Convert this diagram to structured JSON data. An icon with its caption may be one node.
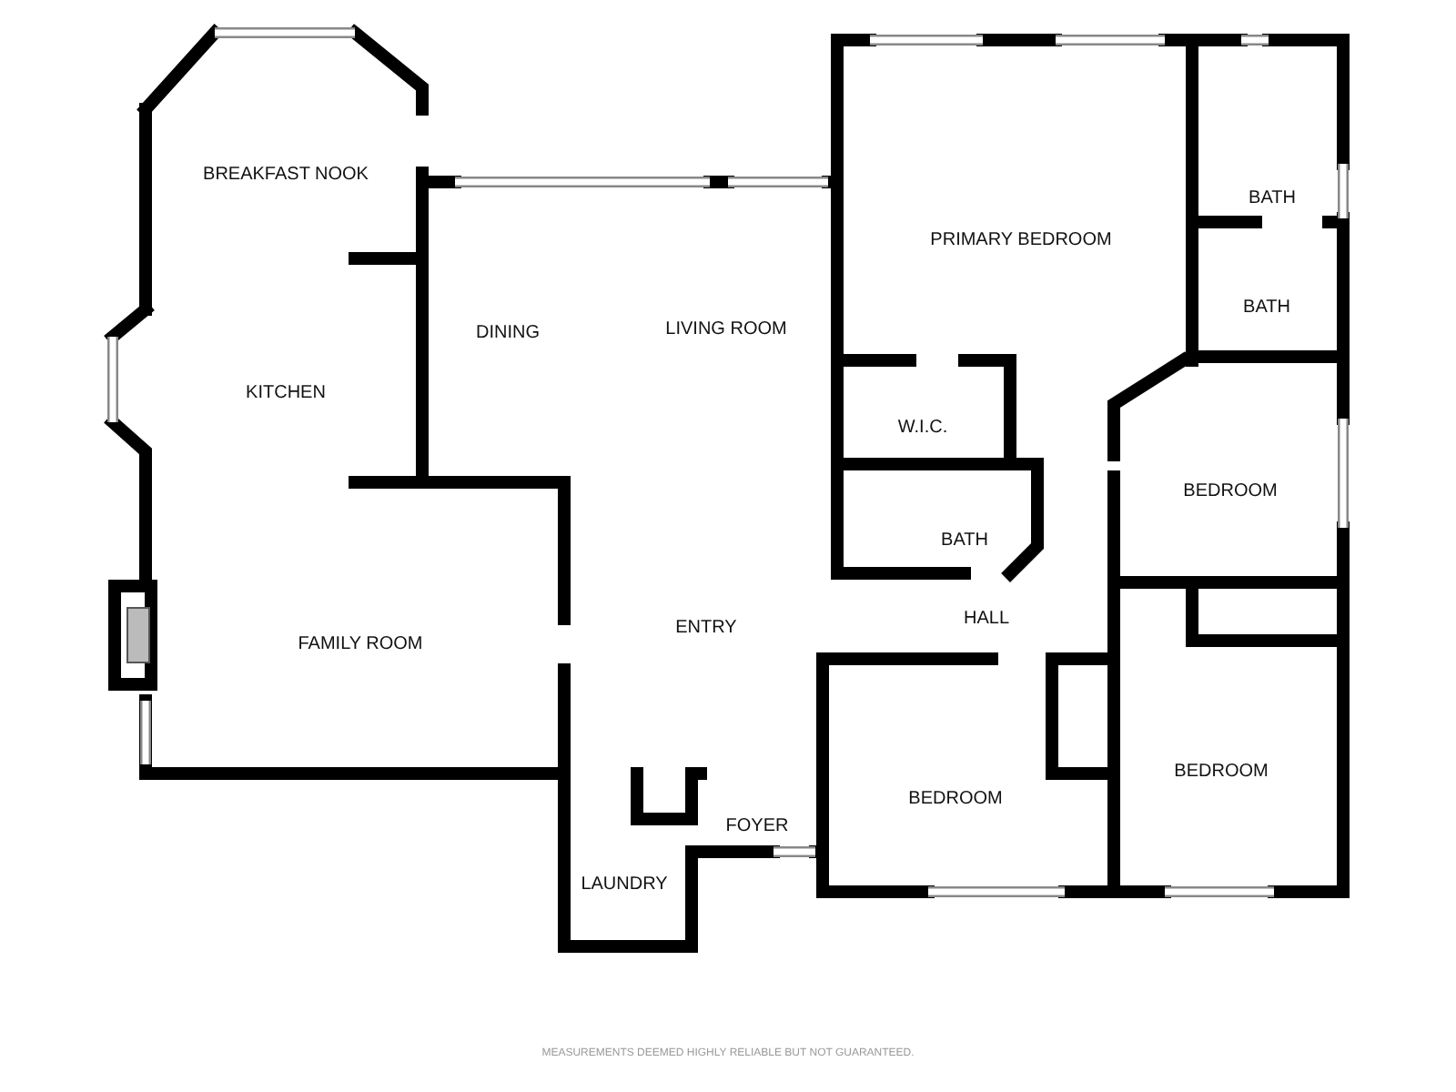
{
  "diagram": {
    "labels": [
      "BREAKFAST NOOK",
      "PRIMARY BEDROOM",
      "BATH",
      "BATH",
      "DINING",
      "LIVING ROOM",
      "KITCHEN",
      "W.I.C.",
      "BEDROOM",
      "BATH",
      "HALL",
      "ENTRY",
      "FAMILY ROOM",
      "BEDROOM",
      "BEDROOM",
      "FOYER",
      "LAUNDRY",
      "MEASUREMENTS DEEMED HIGHLY RELIABLE BUT NOT GUARANTEED."
    ]
  }
}
